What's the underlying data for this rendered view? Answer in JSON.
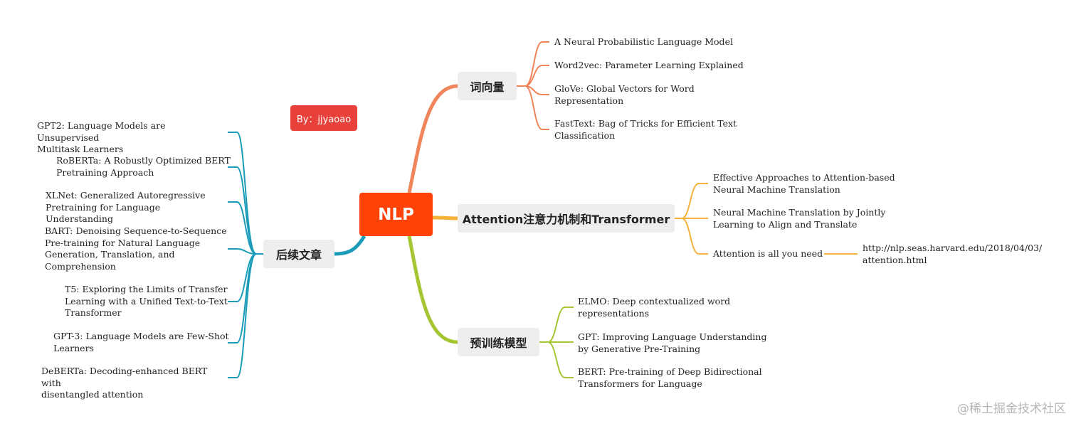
{
  "central": "NLP",
  "author": "By：jjyaoao",
  "watermark": "@稀土掘金技术社区",
  "branches": {
    "wordvec": {
      "label": "词向量",
      "color": "#f0845a",
      "leaves": [
        "A Neural Probabilistic Language Model",
        "Word2vec: Parameter Learning Explained",
        "GloVe: Global Vectors for Word\nRepresentation",
        "FastText: Bag of Tricks for Efficient Text\nClassification"
      ]
    },
    "attention": {
      "label": "Attention注意力机制和Transformer",
      "color": "#f5b23b",
      "leaves": [
        "Effective Approaches to Attention-based\nNeural Machine Translation",
        "Neural Machine Translation by Jointly\nLearning to Align and Translate",
        "Attention is all you need"
      ],
      "sub_leaf": "http://nlp.seas.harvard.edu/2018/04/03/\nattention.html"
    },
    "pretrain": {
      "label": "预训练模型",
      "color": "#a5c632",
      "leaves": [
        "ELMO: Deep contextualized word\nrepresentations",
        "GPT: Improving Language Understanding\nby Generative Pre-Training",
        "BERT: Pre-training of Deep Bidirectional\nTransformers for Language"
      ]
    },
    "followup": {
      "label": "后续文章",
      "color": "#1a9cb8",
      "leaves": [
        "GPT2: Language Models are Unsupervised\nMultitask Learners",
        "RoBERTa: A Robustly Optimized BERT\nPretraining Approach",
        "XLNet: Generalized Autoregressive\nPretraining for Language Understanding",
        "BART: Denoising Sequence-to-Sequence\nPre-training for Natural Language\nGeneration, Translation, and\nComprehension",
        "T5: Exploring the Limits of Transfer\nLearning with a Unified Text-to-Text\nTransformer",
        "GPT-3: Language Models are Few-Shot\nLearners",
        "DeBERTa: Decoding-enhanced BERT with\ndisentangled attention"
      ]
    }
  }
}
